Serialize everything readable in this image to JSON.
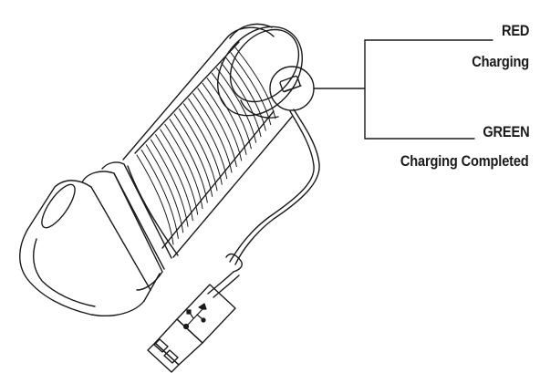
{
  "labels": {
    "red_title": "RED",
    "red_desc": "Charging",
    "green_title": "GREEN",
    "green_desc": "Charging Completed"
  },
  "colors": {
    "line": "#1a1a1a",
    "background": "#ffffff"
  },
  "icons": [
    "flashlight-illustration",
    "usb-plug-illustration",
    "usb-symbol-icon",
    "led-indicator-callout"
  ]
}
